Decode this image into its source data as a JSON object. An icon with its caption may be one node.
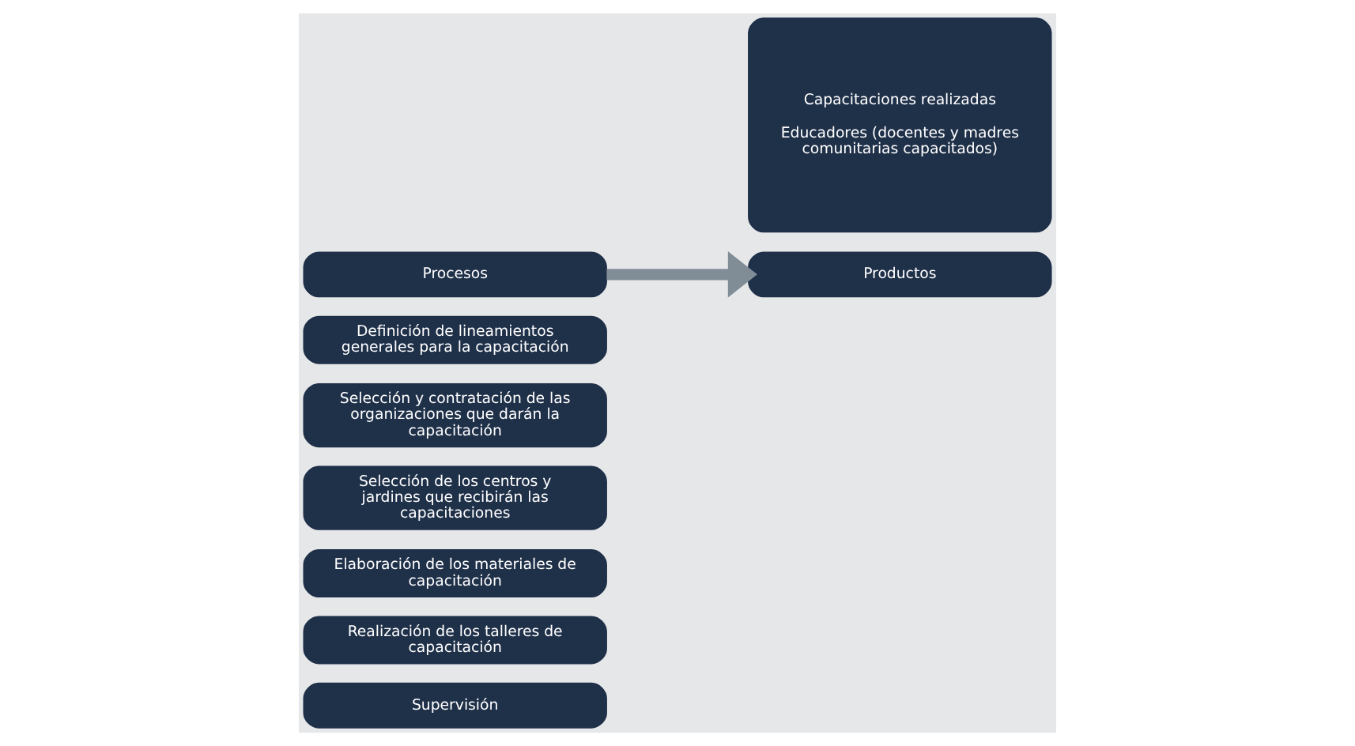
{
  "diagram": {
    "nodes": [
      {
        "text": [
          "Procesos"
        ]
      },
      {
        "text": [
          "Definición de lineamientos generales para la capacitación"
        ]
      },
      {
        "text": [
          "Selección y contratación de las organizaciones que darán la capacitación"
        ]
      },
      {
        "text": [
          "Selección de los centros y jardines que recibirán las capacitaciones"
        ]
      },
      {
        "text": [
          "Elaboración de los materiales de capacitación"
        ]
      },
      {
        "text": [
          "Realización de los talleres de capacitación"
        ]
      },
      {
        "text": [
          "Supervisión"
        ]
      },
      {
        "text": [
          "Productos"
        ]
      },
      {
        "text": [
          "Capacitaciones realizadas",
          "Educadores (docentes y madres comunitarias capacitados)"
        ]
      }
    ],
    "edges": [
      {
        "from": 0,
        "to": 7,
        "arrow": "to",
        "color": "#808d97"
      }
    ]
  }
}
